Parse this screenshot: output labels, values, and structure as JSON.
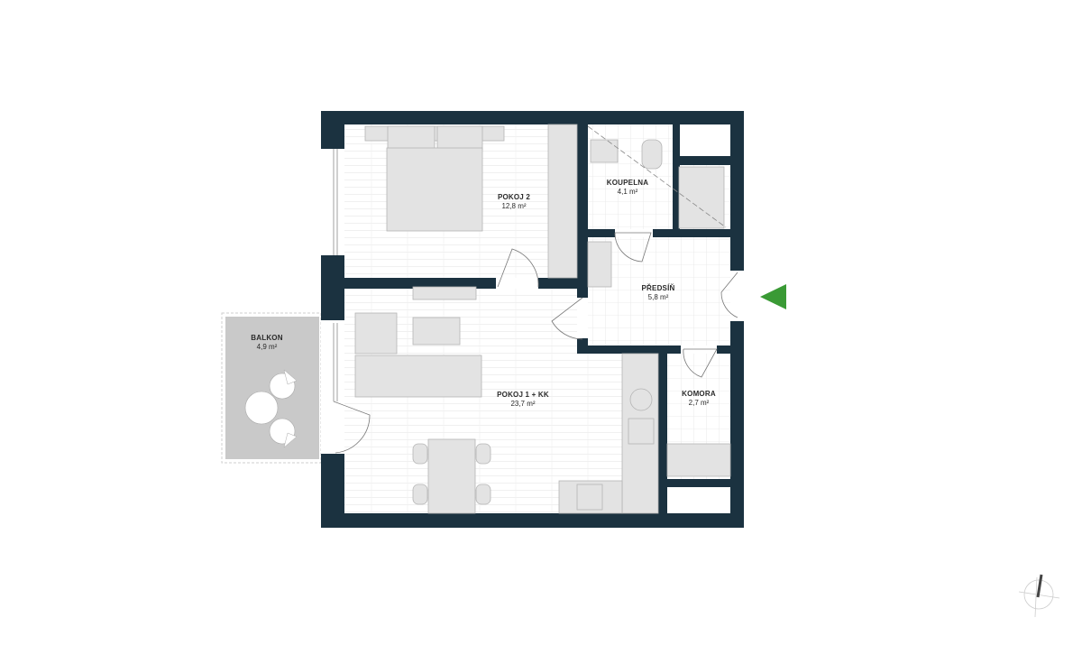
{
  "floorplan": {
    "wall_color": "#1b3240",
    "furniture_color": "#e3e3e3",
    "balcony_color": "#c8c8c8",
    "entrance_arrow_color": "#3a9a35",
    "rooms": [
      {
        "id": "pokoj2",
        "name": "POKOJ 2",
        "area": "12,8 m²"
      },
      {
        "id": "koupelna",
        "name": "KOUPELNA",
        "area": "4,1 m²"
      },
      {
        "id": "predsin",
        "name": "PŘEDSÍŇ",
        "area": "5,8 m²"
      },
      {
        "id": "pokoj1kk",
        "name": "POKOJ 1 + KK",
        "area": "23,7 m²"
      },
      {
        "id": "komora",
        "name": "KOMORA",
        "area": "2,7 m²"
      },
      {
        "id": "balkon",
        "name": "BALKON",
        "area": "4,9 m²"
      }
    ],
    "icons": {
      "entrance": "entrance-arrow-icon",
      "north": "north-arrow-icon"
    }
  }
}
